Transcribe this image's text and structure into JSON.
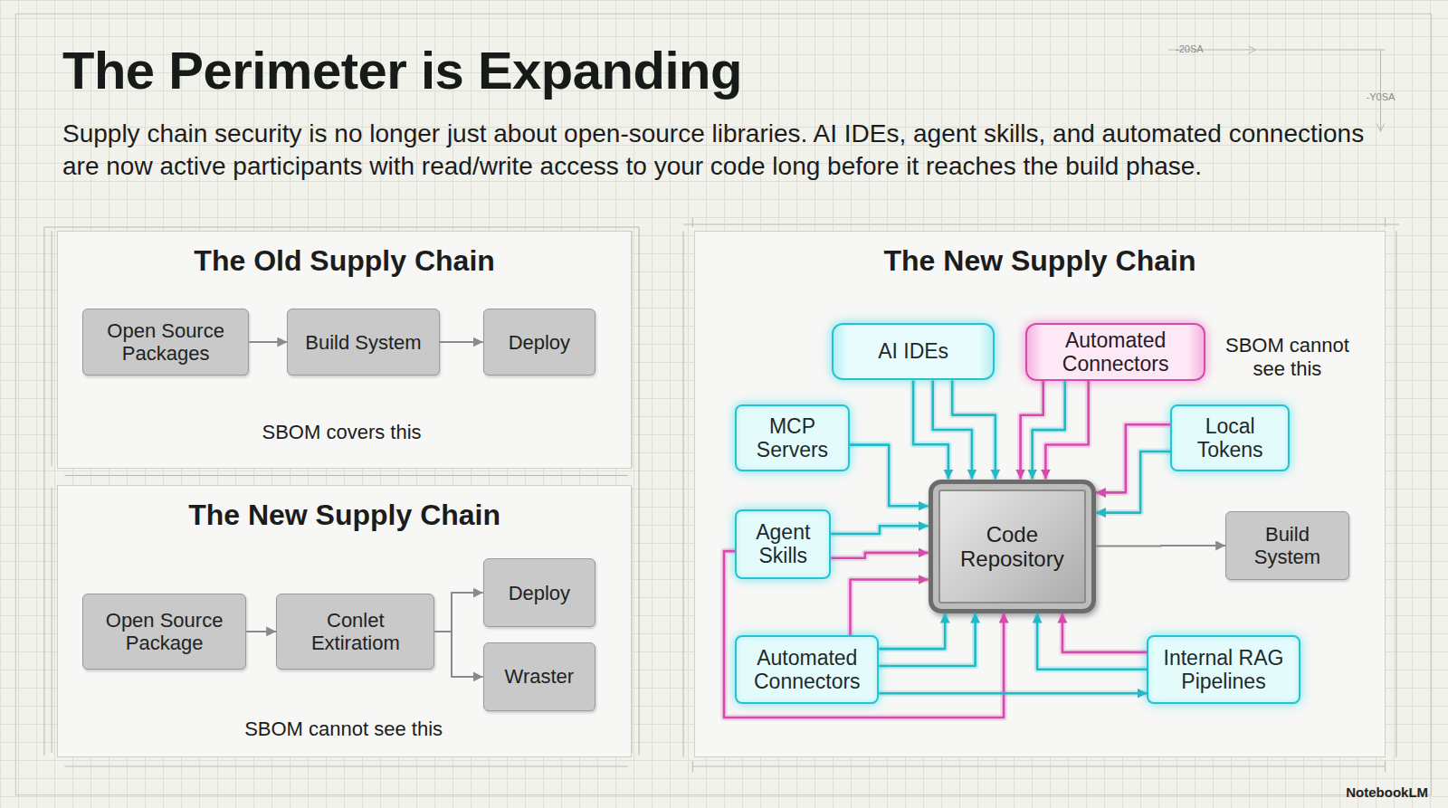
{
  "diagram": {
    "title": "The Perimeter is Expanding",
    "caption": "Supply chain security is no longer just about open-source libraries. AI IDEs, agent skills, and automated connections are now active participants with read/write access to your code long before it reaches the build phase.",
    "nodes": [
      {
        "text": [
          "The Old Supply Chain"
        ]
      },
      {
        "text": [
          "Open Source Packages"
        ],
        "in": 0
      },
      {
        "text": [
          "Build System"
        ],
        "in": 0
      },
      {
        "text": [
          "Deploy"
        ],
        "in": 0
      },
      {
        "text": [
          "The New Supply Chain"
        ]
      },
      {
        "text": [
          "Open Source Package"
        ],
        "in": 4
      },
      {
        "text": [
          "Conlet Extiratiom"
        ],
        "in": 4
      },
      {
        "text": [
          "Deploy"
        ],
        "in": 4
      },
      {
        "text": [
          "Wraster"
        ],
        "in": 4
      },
      {
        "text": [
          "The New Supply Chain"
        ]
      },
      {
        "text": [
          "AI IDEs"
        ],
        "in": 9
      },
      {
        "text": [
          "Automated Connectors"
        ],
        "in": 9
      },
      {
        "text": [
          "MCP Servers"
        ],
        "in": 9
      },
      {
        "text": [
          "Local Tokens"
        ],
        "in": 9
      },
      {
        "text": [
          "Agent Skills"
        ],
        "in": 9
      },
      {
        "text": [
          "Code Repository"
        ],
        "in": 9
      },
      {
        "text": [
          "Build System"
        ],
        "in": 9
      },
      {
        "text": [
          "Automated Connectors"
        ],
        "in": 9
      },
      {
        "text": [
          "Internal RAG Pipelines"
        ],
        "in": 9
      }
    ],
    "edges": [
      {
        "from": 1,
        "to": 2,
        "arrow": "to"
      },
      {
        "from": 2,
        "to": 3,
        "arrow": "to"
      },
      {
        "from": 5,
        "to": 6,
        "arrow": "to"
      },
      {
        "from": 6,
        "to": 7,
        "arrow": "to"
      },
      {
        "from": 6,
        "to": 8,
        "arrow": "to"
      },
      {
        "from": 10,
        "to": 15,
        "arrow": "to"
      },
      {
        "from": 11,
        "to": 15,
        "arrow": "to"
      },
      {
        "from": 12,
        "to": 15,
        "arrow": "to"
      },
      {
        "from": 13,
        "to": 15,
        "arrow": "to"
      },
      {
        "from": 14,
        "to": 15,
        "arrow": "to"
      },
      {
        "from": 17,
        "to": 15,
        "arrow": "to"
      },
      {
        "from": 18,
        "to": 15,
        "arrow": "to"
      },
      {
        "from": 15,
        "to": 16,
        "arrow": "to"
      },
      {
        "from": 17,
        "to": 18,
        "arrow": "to"
      }
    ],
    "labels": [
      "SBOM covers this",
      "SBOM cannot see this",
      "SBOM cannot see this",
      "-20SA",
      "-Y0SA",
      "NotebookLM"
    ]
  }
}
